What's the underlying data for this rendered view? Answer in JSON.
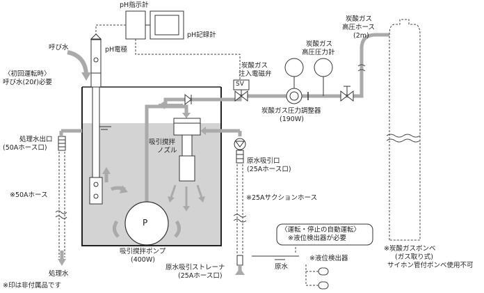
{
  "labels": {
    "ph_indicator": "pH指示計",
    "ph_recorder": "pH記録計",
    "ph_electrode": "pH電極",
    "priming_water": "呼び水",
    "initial_note_1": "〈初回運転時〉",
    "initial_note_2": "呼び水(20ℓ)必要",
    "treated_outlet_1": "処理水出口",
    "treated_outlet_2": "(50Aホース口)",
    "hose_50a": "※50Aホース",
    "treated_water": "処理水",
    "footnote": "※印は非付属品です",
    "co2_hp_hose_1": "炭酸ガス",
    "co2_hp_hose_2": "高圧ホース",
    "co2_hp_hose_3": "(2m)",
    "co2_hp_gauge_1": "炭酸ガス",
    "co2_hp_gauge_2": "高圧圧力計",
    "co2_valve_1": "炭酸ガス",
    "co2_valve_2": "注入電磁弁",
    "sv": "SV",
    "regulator_1": "炭酸ガス圧力調整器",
    "regulator_2": "(190W)",
    "nozzle_1": "吸引撹拌",
    "nozzle_2": "ノズル",
    "raw_inlet_1": "原水吸引口",
    "raw_inlet_2": "(25Aホース口)",
    "suction_hose": "※25Aサクションホース",
    "pump_symbol": "P",
    "pump_1": "吸引撹拌ポンプ",
    "pump_2": "(400W)",
    "strainer_1": "原水吸引ストレーナ",
    "strainer_2": "(25Aホース口)",
    "raw_water": "原水",
    "auto_1": "〈運転・停止の自動運転〉",
    "auto_2": "※液位検出器が必要",
    "level_detector": "※液位検出器",
    "cylinder_1": "※炭酸ガスボンベ",
    "cylinder_2": "(ガス取り式)",
    "cylinder_3": "サイホン管付ボンベ使用不可"
  }
}
